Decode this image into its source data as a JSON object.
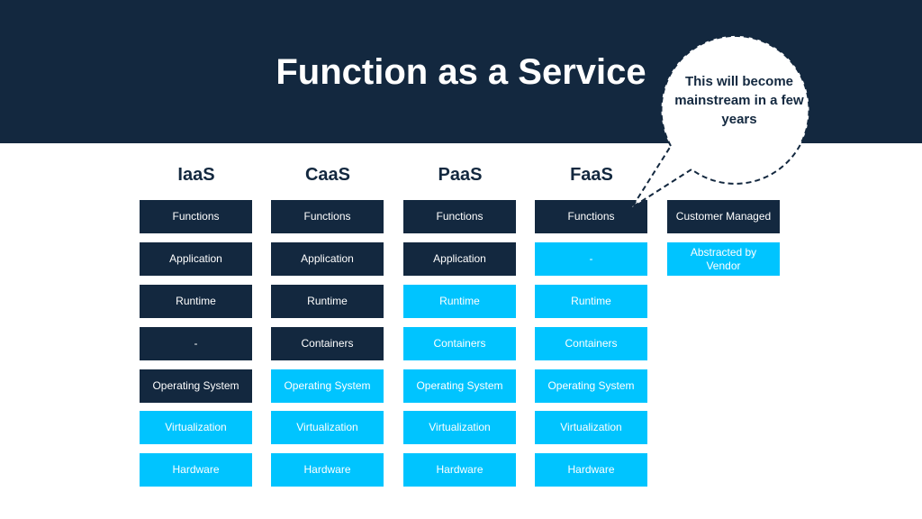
{
  "title": "Function as a Service",
  "columns": [
    {
      "header": "IaaS",
      "cells": [
        {
          "label": "Functions",
          "kind": "customer"
        },
        {
          "label": "Application",
          "kind": "customer"
        },
        {
          "label": "Runtime",
          "kind": "customer"
        },
        {
          "label": "-",
          "kind": "customer"
        },
        {
          "label": "Operating System",
          "kind": "customer"
        },
        {
          "label": "Virtualization",
          "kind": "vendor"
        },
        {
          "label": "Hardware",
          "kind": "vendor"
        }
      ]
    },
    {
      "header": "CaaS",
      "cells": [
        {
          "label": "Functions",
          "kind": "customer"
        },
        {
          "label": "Application",
          "kind": "customer"
        },
        {
          "label": "Runtime",
          "kind": "customer"
        },
        {
          "label": "Containers",
          "kind": "customer"
        },
        {
          "label": "Operating System",
          "kind": "vendor"
        },
        {
          "label": "Virtualization",
          "kind": "vendor"
        },
        {
          "label": "Hardware",
          "kind": "vendor"
        }
      ]
    },
    {
      "header": "PaaS",
      "cells": [
        {
          "label": "Functions",
          "kind": "customer"
        },
        {
          "label": "Application",
          "kind": "customer"
        },
        {
          "label": "Runtime",
          "kind": "vendor"
        },
        {
          "label": "Containers",
          "kind": "vendor"
        },
        {
          "label": "Operating System",
          "kind": "vendor"
        },
        {
          "label": "Virtualization",
          "kind": "vendor"
        },
        {
          "label": "Hardware",
          "kind": "vendor"
        }
      ]
    },
    {
      "header": "FaaS",
      "cells": [
        {
          "label": "Functions",
          "kind": "customer"
        },
        {
          "label": "-",
          "kind": "vendor"
        },
        {
          "label": "Runtime",
          "kind": "vendor"
        },
        {
          "label": "Containers",
          "kind": "vendor"
        },
        {
          "label": "Operating System",
          "kind": "vendor"
        },
        {
          "label": "Virtualization",
          "kind": "vendor"
        },
        {
          "label": "Hardware",
          "kind": "vendor"
        }
      ]
    }
  ],
  "legend": {
    "customer": "Customer Managed",
    "vendor": "Abstracted by Vendor"
  },
  "callout": "This will become mainstream in a few years",
  "colors": {
    "dark": "#13283f",
    "accent": "#00c4ff"
  }
}
